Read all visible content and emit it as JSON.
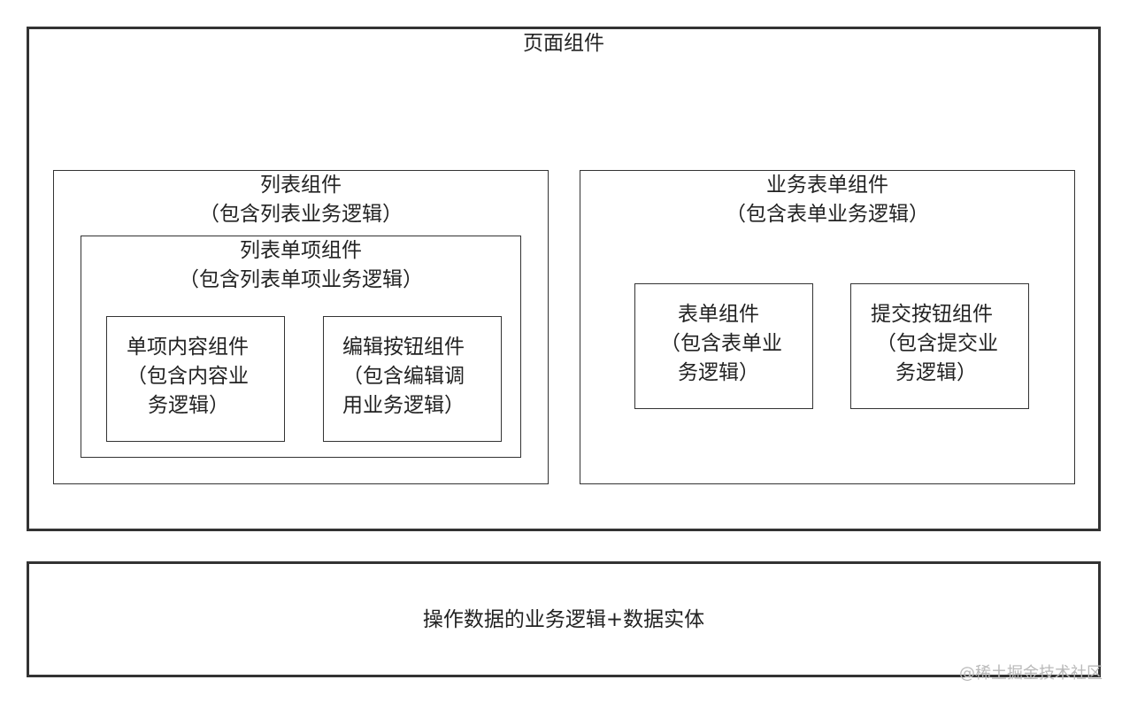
{
  "page": {
    "title": "页面组件",
    "list": {
      "title": "列表组件",
      "subtitle": "（包含列表业务逻辑）",
      "item": {
        "title": "列表单项组件",
        "subtitle": "（包含列表单项业务逻辑）",
        "content": {
          "line1": "单项内容组件",
          "line2": "（包含内容业",
          "line3": "务逻辑）"
        },
        "edit_button": {
          "line1": "编辑按钮组件",
          "line2": "（包含编辑调",
          "line3": "用业务逻辑）"
        }
      }
    },
    "business_form": {
      "title": "业务表单组件",
      "subtitle": "（包含表单业务逻辑）",
      "form": {
        "line1": "表单组件",
        "line2": "（包含表单业",
        "line3": "务逻辑）"
      },
      "submit_button": {
        "line1": "提交按钮组件",
        "line2": "（包含提交业",
        "line3": "务逻辑）"
      }
    }
  },
  "data_layer": {
    "label": "操作数据的业务逻辑+数据实体"
  },
  "watermark": "@稀土掘金技术社区"
}
